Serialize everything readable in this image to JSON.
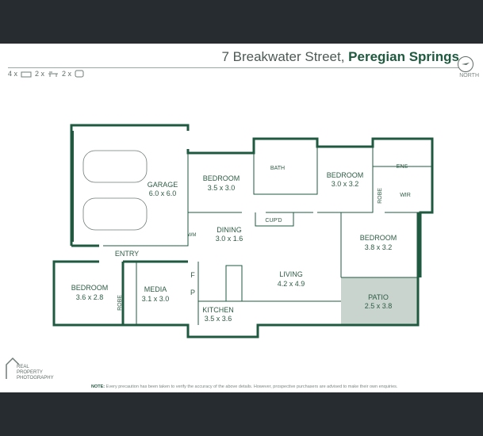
{
  "header": {
    "address_street": "7 Breakwater Street,",
    "address_suburb": "Peregian Springs",
    "compass_label": "NORTH"
  },
  "features": [
    {
      "count": "4 x",
      "icon": "bed-icon"
    },
    {
      "count": "2 x",
      "icon": "bath-icon"
    },
    {
      "count": "2 x",
      "icon": "car-icon"
    }
  ],
  "rooms": {
    "garage": {
      "name": "GARAGE",
      "size": "6.0 x 6.0"
    },
    "bedroom1": {
      "name": "BEDROOM",
      "size": "3.5 x 3.0"
    },
    "bath": {
      "name": "BATH"
    },
    "bedroom2": {
      "name": "BEDROOM",
      "size": "3.0 x 3.2"
    },
    "ens": {
      "name": "ENS"
    },
    "robe1": {
      "name": "ROBE"
    },
    "wir": {
      "name": "WIR"
    },
    "cupd": {
      "name": "CUP'D"
    },
    "wm": {
      "name": "WM"
    },
    "dining": {
      "name": "DINING",
      "size": "3.0 x 1.6"
    },
    "bedroom3": {
      "name": "BEDROOM",
      "size": "3.8 x 3.2"
    },
    "entry": {
      "name": "ENTRY"
    },
    "bedroom4": {
      "name": "BEDROOM",
      "size": "3.6 x 2.8"
    },
    "robe2": {
      "name": "ROBE"
    },
    "media": {
      "name": "MEDIA",
      "size": "3.1 x 3.0"
    },
    "fridge": {
      "name": "F"
    },
    "pantry": {
      "name": "P"
    },
    "living": {
      "name": "LIVING",
      "size": "4.2 x 4.9"
    },
    "kitchen": {
      "name": "KITCHEN",
      "size": "3.5 x 3.6"
    },
    "patio": {
      "name": "PATIO",
      "size": "2.5 x 3.8"
    }
  },
  "footer": {
    "logo_line1": "REAL",
    "logo_line2": "PROPERTY",
    "logo_line3": "PHOTOGRAPHY",
    "note_label": "NOTE:",
    "note_text": "Every precaution has been taken to verify the accuracy of the above details. However, prospective purchasers are advised to make their own enquiries."
  },
  "colors": {
    "wall": "#1f5a40",
    "patio": "#c9d4cf",
    "background": "#262c30"
  }
}
